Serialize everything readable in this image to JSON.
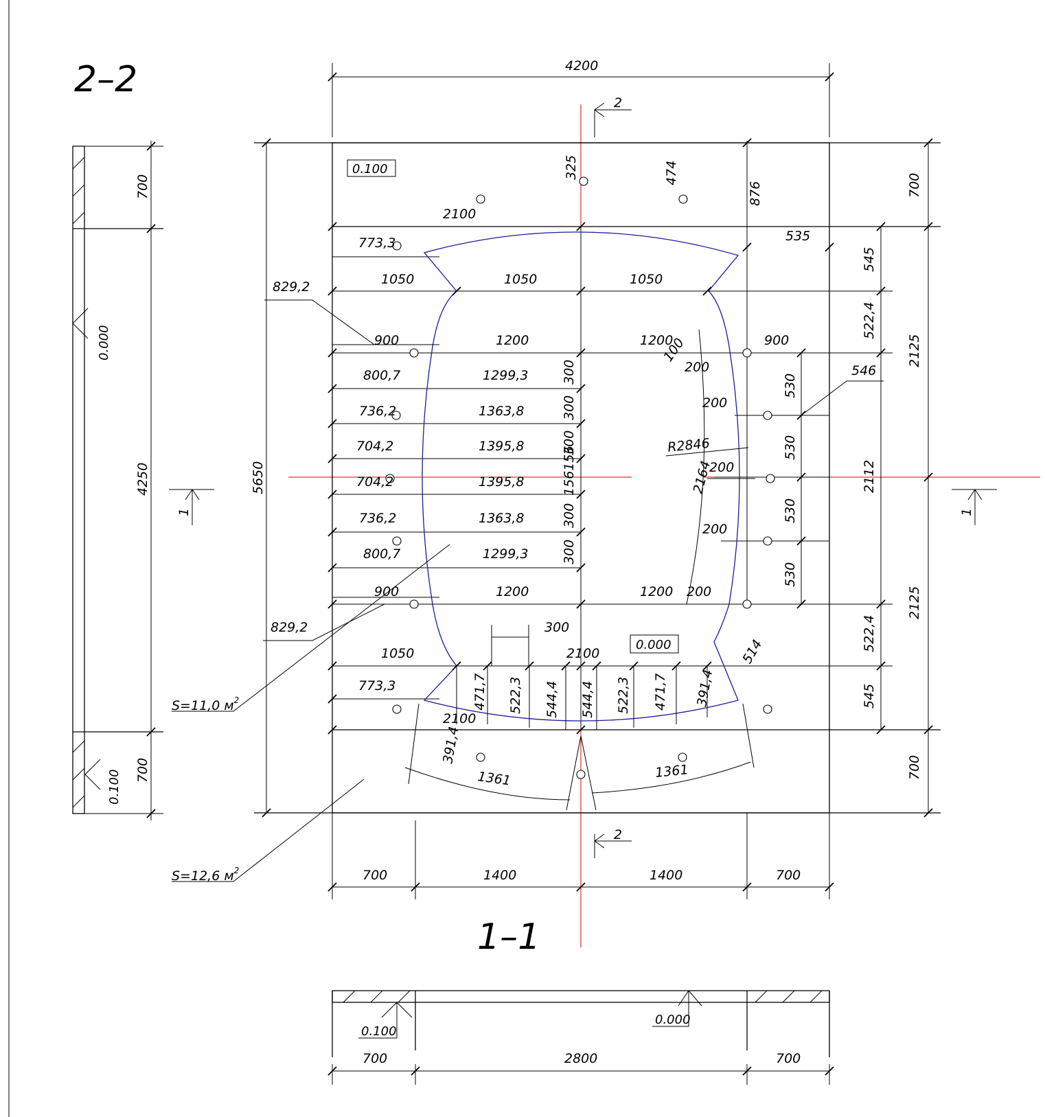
{
  "titles": {
    "section_22": "2–2",
    "section_11": "1–1"
  },
  "levels": {
    "top_left": "0.100",
    "plan_center": "0.000",
    "left_section": "0.000",
    "left_section_bottom": "0.100",
    "bottom_section_left": "0.100",
    "bottom_section_right": "0.000"
  },
  "section_marks": {
    "cut2_top": "2",
    "cut2_bottom": "2",
    "cut1_left": "1",
    "cut1_right": "1"
  },
  "areas": {
    "inner": "S=11,0 м",
    "inner_sup": "2",
    "outer": "S=12,6 м",
    "outer_sup": "2"
  },
  "dimensions": {
    "overall_width": "4200",
    "overall_height": "5650",
    "left_700_top": "700",
    "left_4250": "4250",
    "left_700_bottom": "700",
    "right_700_top": "700",
    "right_545_top": "545",
    "right_522_top": "522,4",
    "right_2125_top": "2125",
    "right_2112": "2112",
    "right_2125_bottom": "2125",
    "right_522_bottom": "522,4",
    "right_545_bottom": "545",
    "right_700_bottom": "700",
    "bottom_700_l": "700",
    "bottom_1400_l": "1400",
    "bottom_1400_r": "1400",
    "bottom_700_r": "700",
    "sec_700_l": "700",
    "sec_2800": "2800",
    "sec_700_r": "700",
    "d325": "325",
    "d474": "474",
    "d876": "876",
    "d535": "535",
    "d2100_top": "2100",
    "d773_top": "773,3",
    "d1050_a": "1050",
    "d1050_b": "1050",
    "d1050_c": "1050",
    "d829_top": "829,2",
    "d900_l": "900",
    "d1200_a": "1200",
    "d1200_b": "1200",
    "d100": "100",
    "d900_r": "900",
    "d200_a": "200",
    "d200_b": "200",
    "d200_c": "200",
    "d200_d": "200",
    "d546": "546",
    "d530_a": "530",
    "d530_b": "530",
    "d530_c": "530",
    "d530_d": "530",
    "r2846": "R2846",
    "d2164": "2164",
    "d800_a": "800,7",
    "d1299_a": "1299,3",
    "d736_a": "736,2",
    "d1363_a": "1363,8",
    "d704_a": "704,2",
    "d1395_a": "1395,8",
    "d704_b": "704,2",
    "d1395_b": "1395,8",
    "d736_b": "736,2",
    "d1363_b": "1363,8",
    "d800_b": "800,7",
    "d1299_b": "1299,3",
    "d300_a": "300",
    "d300_b": "300",
    "d300_c": "300",
    "d156": "156156",
    "d300_d": "300",
    "d300_e": "300",
    "d900_lb": "900",
    "d1200_c": "1200",
    "d1200_d": "1200",
    "d200_e": "200",
    "d829_bot": "829,2",
    "d300_top": "300",
    "d1050_bot": "1050",
    "d2100_mid": "2100",
    "d773_bot": "773,3",
    "d2100_bot": "2100",
    "d471_a": "471,7",
    "d522_a": "522,3",
    "d544_a": "544,4",
    "d544_b": "544,4",
    "d522_b": "522,3",
    "d471_b": "471,7",
    "d391_a": "391,4",
    "d391_b": "391,4",
    "d514": "514",
    "d1361_a": "1361",
    "d1361_b": "1361"
  }
}
